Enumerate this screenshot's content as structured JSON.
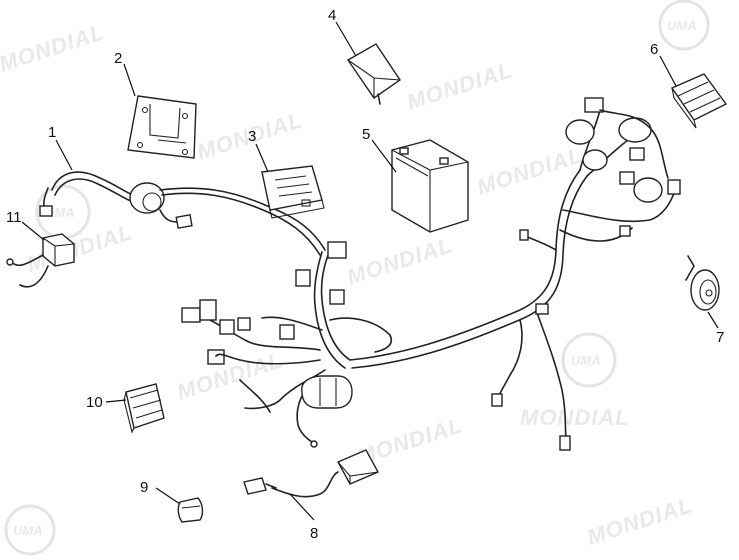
{
  "diagram": {
    "callouts": [
      {
        "id": 1,
        "label": "1"
      },
      {
        "id": 2,
        "label": "2"
      },
      {
        "id": 3,
        "label": "3"
      },
      {
        "id": 4,
        "label": "4"
      },
      {
        "id": 5,
        "label": "5"
      },
      {
        "id": 6,
        "label": "6"
      },
      {
        "id": 7,
        "label": "7"
      },
      {
        "id": 8,
        "label": "8"
      },
      {
        "id": 9,
        "label": "9"
      },
      {
        "id": 10,
        "label": "10"
      },
      {
        "id": 11,
        "label": "11"
      }
    ],
    "watermarks": {
      "brand": "MONDIAL",
      "logo": "UMA"
    }
  }
}
